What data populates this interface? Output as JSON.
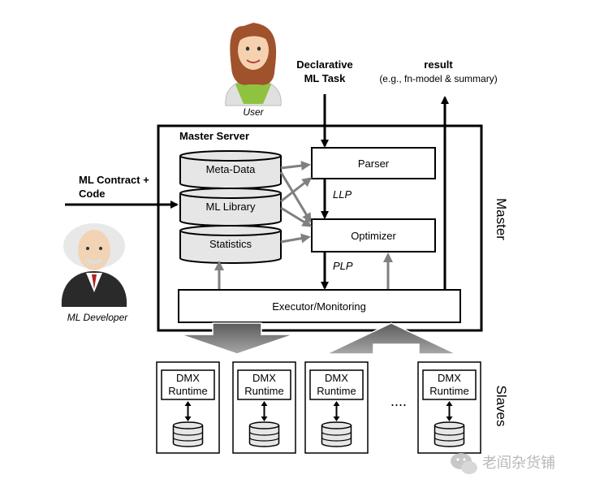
{
  "user": {
    "caption": "User",
    "task_line1": "Declarative",
    "task_line2": "ML Task",
    "result_line1": "result",
    "result_line2": "(e.g., fn-model & summary)"
  },
  "developer": {
    "caption": "ML Developer",
    "contract_line1": "ML Contract +",
    "contract_line2": "Code"
  },
  "master": {
    "title": "Master Server",
    "side_label": "Master",
    "stores": [
      "Meta-Data",
      "ML Library",
      "Statistics"
    ],
    "parser": "Parser",
    "optimizer": "Optimizer",
    "executor": "Executor/Monitoring",
    "llp": "LLP",
    "plp": "PLP"
  },
  "slaves": {
    "side_label": "Slaves",
    "runtime_line1": "DMX",
    "runtime_line2": "Runtime",
    "ellipsis": "....",
    "count": 4
  },
  "watermark": {
    "text": "老阎杂货铺"
  },
  "colors": {
    "line": "#000000",
    "gray_arrow": "#808080",
    "gray_fill": "#8c8c8c",
    "db_fill": "#e6e6e6",
    "hair_user": "#a0522d",
    "shirt_user": "#8fc33f",
    "suit_dev": "#2a2a2a"
  }
}
